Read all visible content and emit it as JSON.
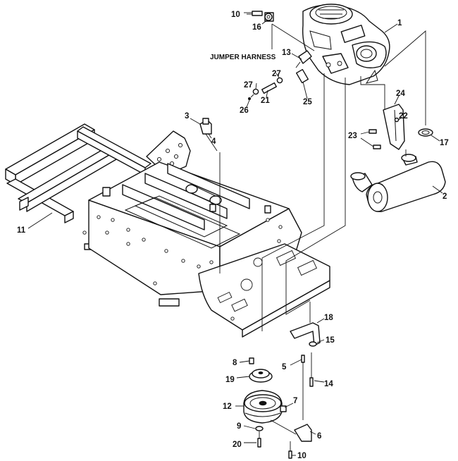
{
  "diagram": {
    "harness_label": "JUMPER HARNESS",
    "callouts": {
      "c1": "1",
      "c2": "2",
      "c3": "3",
      "c4": "4",
      "c5": "5",
      "c6": "6",
      "c7": "7",
      "c8": "8",
      "c9": "9",
      "c10a": "10",
      "c10b": "10",
      "c11": "11",
      "c12": "12",
      "c13": "13",
      "c14": "14",
      "c15": "15",
      "c16": "16",
      "c17": "17",
      "c18": "18",
      "c19": "19",
      "c20": "20",
      "c21": "21",
      "c22": "22",
      "c23": "23",
      "c24": "24",
      "c25": "25",
      "c26": "26",
      "c27a": "27",
      "c27b": "27"
    }
  }
}
